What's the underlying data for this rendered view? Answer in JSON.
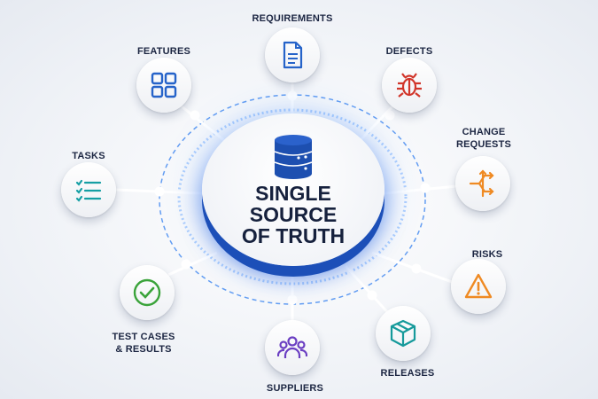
{
  "hub": {
    "line1": "SINGLE",
    "line2": "SOURCE",
    "line3": "OF TRUTH",
    "icon": "database-icon",
    "color": "#1d4fb0"
  },
  "nodes": {
    "requirements": {
      "label": "REQUIREMENTS",
      "icon": "document-icon",
      "color": "#2563c9"
    },
    "features": {
      "label": "FEATURES",
      "icon": "grid-icon",
      "color": "#2563c9"
    },
    "defects": {
      "label": "DEFECTS",
      "icon": "bug-icon",
      "color": "#d1352a"
    },
    "change_requests": {
      "label": "CHANGE\nREQUESTS",
      "icon": "split-arrows-icon",
      "color": "#ef8a23"
    },
    "tasks": {
      "label": "TASKS",
      "icon": "checklist-icon",
      "color": "#159fa4"
    },
    "test_cases": {
      "label": "TEST CASES\n& RESULTS",
      "icon": "check-circle-icon",
      "color": "#3aa33a"
    },
    "risks": {
      "label": "RISKS",
      "icon": "warning-icon",
      "color": "#ef8a23"
    },
    "releases": {
      "label": "RELEASES",
      "icon": "box-icon",
      "color": "#169a9b"
    },
    "suppliers": {
      "label": "SUPPLIERS",
      "icon": "people-icon",
      "color": "#6b3fc2"
    }
  }
}
